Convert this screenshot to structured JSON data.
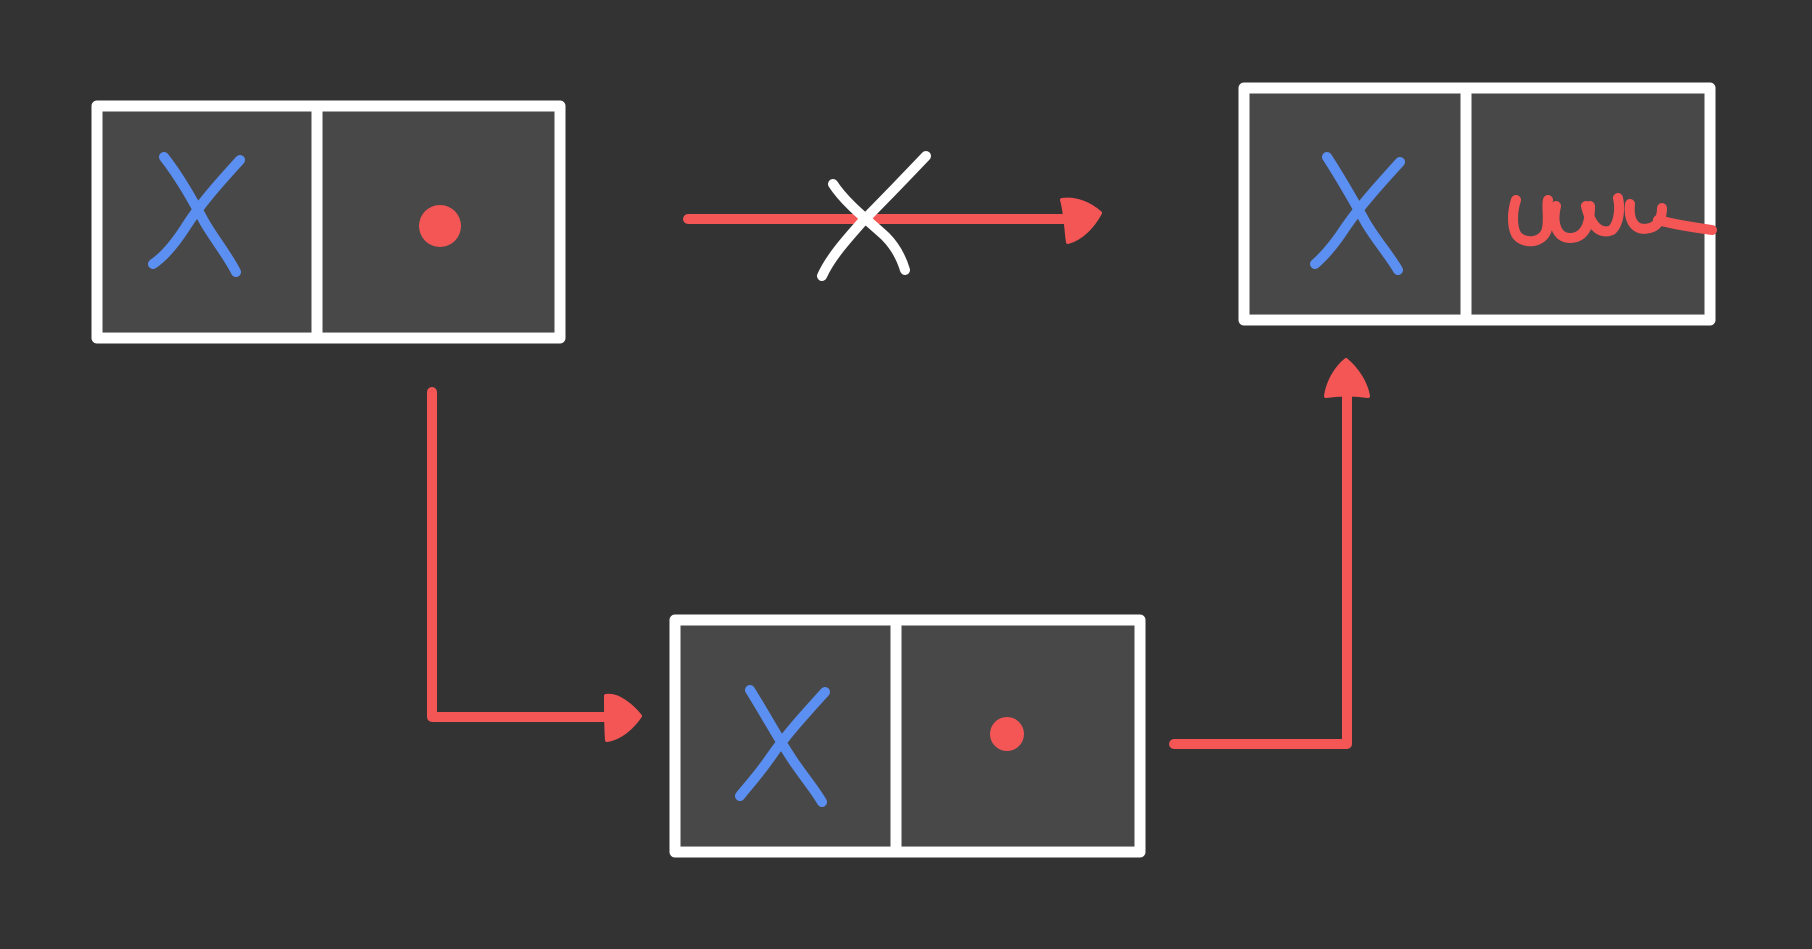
{
  "diagram": {
    "nodes": [
      {
        "id": "node-a",
        "data_symbol": "X",
        "next": "pointer"
      },
      {
        "id": "node-b",
        "data_symbol": "X",
        "next": "pointer"
      },
      {
        "id": "node-c",
        "data_symbol": "X",
        "next": "null"
      }
    ],
    "edges": [
      {
        "from": "node-a",
        "to": "node-c",
        "state": "removed"
      },
      {
        "from": "node-a",
        "to": "node-b",
        "state": "active"
      },
      {
        "from": "node-b",
        "to": "node-c",
        "state": "active"
      }
    ],
    "colors": {
      "background": "#333333",
      "cell": "#484848",
      "frame": "#ffffff",
      "data_mark": "#5b8ff2",
      "pointer": "#f45656",
      "strike": "#ffffff"
    },
    "icons": {
      "data_mark": "x-icon",
      "removed_link": "cross-icon",
      "pointer_origin": "dot-icon"
    }
  }
}
